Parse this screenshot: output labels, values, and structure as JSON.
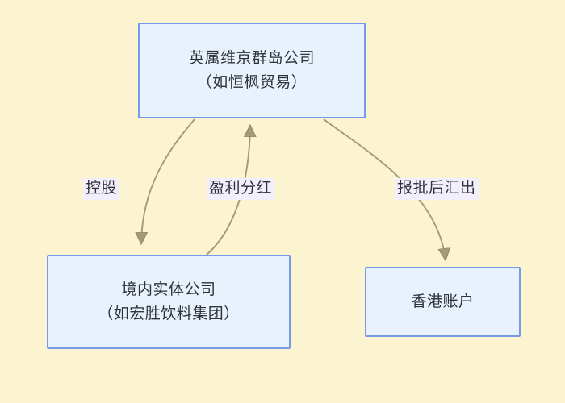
{
  "diagram": {
    "type": "flowchart",
    "background_color": "#fcf4d0",
    "node_fill_color": "#e8f2fd",
    "node_border_color": "#7699e8",
    "edge_color": "#a39a77",
    "label_background_color": "#f3eefb",
    "text_color": "#2f3238",
    "nodes": [
      {
        "id": "bvi",
        "line1": "英属维京群岛公司",
        "line2": "（如恒枫贸易）"
      },
      {
        "id": "domestic",
        "line1": "境内实体公司",
        "line2": "（如宏胜饮料集团）"
      },
      {
        "id": "hk",
        "line1": "香港账户",
        "line2": ""
      }
    ],
    "edges": [
      {
        "id": "holding",
        "label": "控股",
        "from": "bvi",
        "to": "domestic"
      },
      {
        "id": "dividend",
        "label": "盈利分红",
        "from": "domestic",
        "to": "bvi"
      },
      {
        "id": "remit",
        "label": "报批后汇出",
        "from": "bvi",
        "to": "hk"
      }
    ]
  }
}
